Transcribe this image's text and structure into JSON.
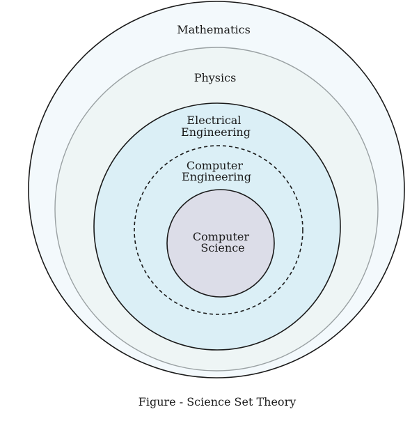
{
  "diagram": {
    "sets": [
      {
        "id": "mathematics",
        "label_lines": [
          "Mathematics"
        ],
        "fill": "#f3f9fc",
        "stroke": "#1a1a1a",
        "dashed": false
      },
      {
        "id": "physics",
        "label_lines": [
          "Physics"
        ],
        "fill": "#eef5f5",
        "stroke": "#9aa1a3",
        "dashed": false
      },
      {
        "id": "electrical-engineering",
        "label_lines": [
          "Electrical",
          "Engineering"
        ],
        "fill": "#dbeff6",
        "stroke": "#1a1a1a",
        "dashed": false
      },
      {
        "id": "computer-engineering",
        "label_lines": [
          "Computer",
          "Engineering"
        ],
        "fill": "#dbeff6",
        "stroke": "#1a1a1a",
        "dashed": true
      },
      {
        "id": "computer-science",
        "label_lines": [
          "Computer",
          "Science"
        ],
        "fill": "#dcdde8",
        "stroke": "#1a1a1a",
        "dashed": false
      }
    ],
    "caption": "Figure - Science Set Theory"
  }
}
